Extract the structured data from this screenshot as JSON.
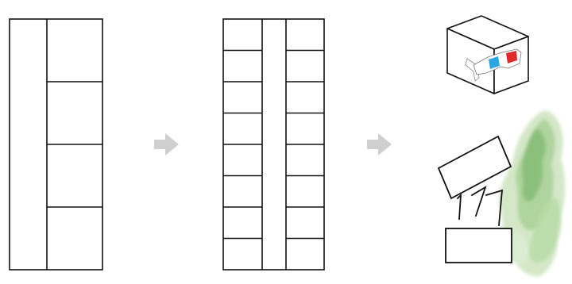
{
  "diagram": {
    "stages": [
      {
        "id": "stage-1",
        "left_cells": 1,
        "right_cells": 4
      },
      {
        "id": "stage-2",
        "left_cells": 8,
        "middle_cells": 1,
        "right_cells": 8
      },
      {
        "id": "stage-3",
        "elements": [
          "cube-with-3d-glasses",
          "tilted-box",
          "open-box",
          "green-watercolor-splash"
        ]
      }
    ],
    "arrows": 2,
    "colors": {
      "line": "#111111",
      "arrow": "#cfcfcf",
      "glasses_left_lens": "#2aa6e0",
      "glasses_right_lens": "#e02a2a",
      "green_dark": "#7fb870",
      "green_light": "#cfe6c2"
    }
  }
}
